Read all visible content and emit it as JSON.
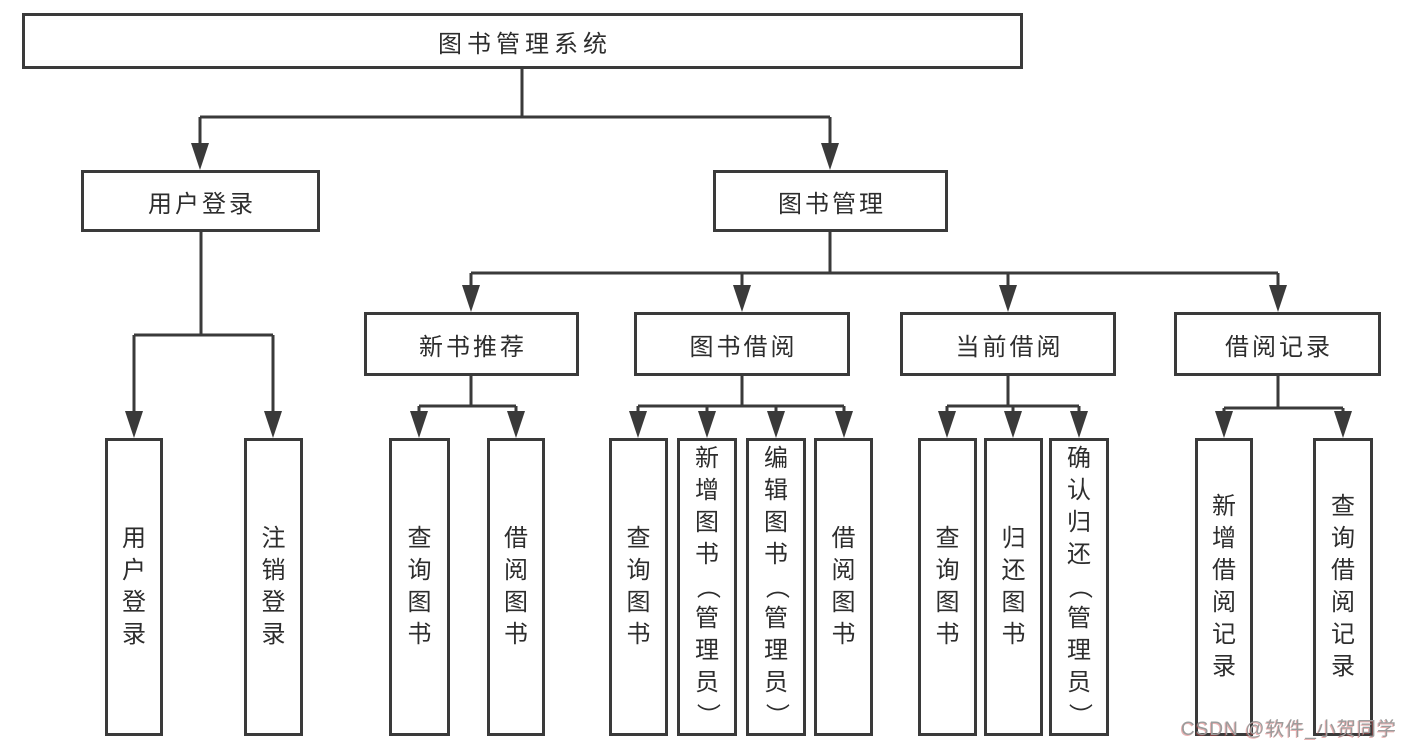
{
  "diagram": {
    "root": {
      "label": "图书管理系统"
    },
    "level2": [
      {
        "label": "用户登录"
      },
      {
        "label": "图书管理"
      }
    ],
    "level3": [
      {
        "label": "新书推荐"
      },
      {
        "label": "图书借阅"
      },
      {
        "label": "当前借阅"
      },
      {
        "label": "借阅记录"
      }
    ],
    "leaves": [
      {
        "label": "用户登录"
      },
      {
        "label": "注销登录"
      },
      {
        "label": "查询图书"
      },
      {
        "label": "借阅图书"
      },
      {
        "label": "查询图书"
      },
      {
        "label": "新增图书（管理员）"
      },
      {
        "label": "编辑图书（管理员）"
      },
      {
        "label": "借阅图书"
      },
      {
        "label": "查询图书"
      },
      {
        "label": "归还图书"
      },
      {
        "label": "确认归还（管理员）"
      },
      {
        "label": "新增借阅记录"
      },
      {
        "label": "查询借阅记录"
      }
    ],
    "watermark": "CSDN @软件_小贺同学",
    "colors": {
      "line": "#3a3a3a",
      "text": "#2d2d2d",
      "watermark": "#9c9c9c"
    }
  }
}
